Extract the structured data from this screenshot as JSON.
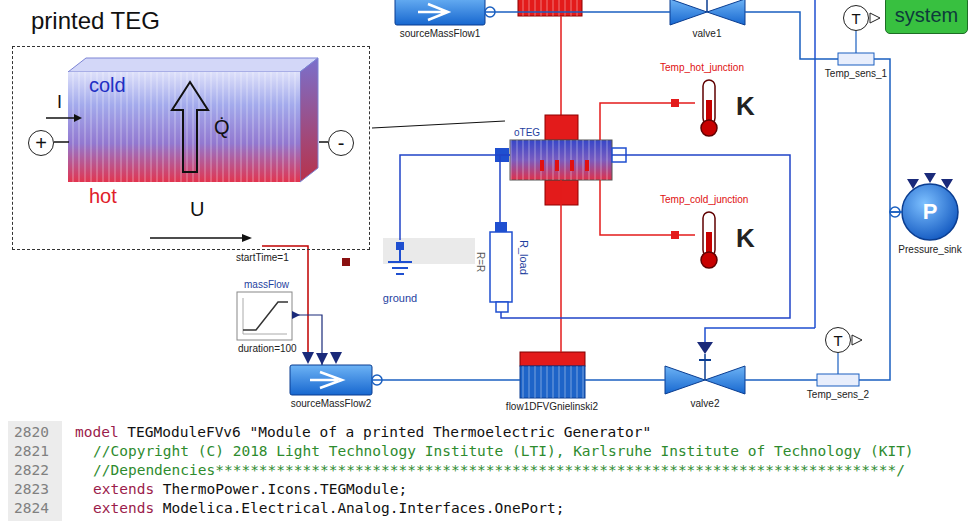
{
  "diagram": {
    "nodes": [
      {
        "text": [
          "printed TEG"
        ]
      },
      {
        "text": [
          "cold",
          "hot"
        ],
        "in": 0
      },
      {
        "text": [
          "+"
        ],
        "in": 0
      },
      {
        "text": [
          "-"
        ],
        "in": 0
      },
      {
        "text": [
          "sourceMassFlow1"
        ]
      },
      {
        "text": [
          "valve1"
        ]
      },
      {
        "text": [
          "system"
        ]
      },
      {
        "text": [
          "T"
        ]
      },
      {
        "text": [
          "Temp_sens_1"
        ]
      },
      {
        "text": [
          "Temp_hot_junction",
          "K"
        ]
      },
      {
        "text": [
          "oTEG"
        ]
      },
      {
        "text": [
          "P",
          "Pressure_sink"
        ]
      },
      {
        "text": [
          "Temp_cold_junction",
          "K"
        ]
      },
      {
        "text": [
          "ground"
        ]
      },
      {
        "text": [
          "R_load",
          "R=R"
        ]
      },
      {
        "text": [
          "massFlow",
          "duration=100"
        ]
      },
      {
        "text": [
          "sourceMassFlow2"
        ]
      },
      {
        "text": [
          "flow1DFVGnielinski2"
        ]
      },
      {
        "text": [
          "valve2"
        ]
      },
      {
        "text": [
          "T"
        ]
      },
      {
        "text": [
          "Temp_sens_2"
        ]
      }
    ],
    "edges": [
      {
        "from": 2,
        "to": 1,
        "arrow": "none"
      },
      {
        "from": 1,
        "to": 3,
        "arrow": "none"
      },
      {
        "from": 4,
        "to": 5,
        "arrow": "none"
      },
      {
        "from": 5,
        "to": 8,
        "arrow": "none"
      },
      {
        "from": 7,
        "to": 8,
        "arrow": "none"
      },
      {
        "from": 8,
        "to": 11,
        "arrow": "none"
      },
      {
        "from": 10,
        "to": 9,
        "arrow": "none"
      },
      {
        "from": 10,
        "to": 12,
        "arrow": "none"
      },
      {
        "from": 10,
        "to": 17,
        "arrow": "none"
      },
      {
        "from": 10,
        "to": 13,
        "arrow": "none"
      },
      {
        "from": 10,
        "to": 14,
        "arrow": "none"
      },
      {
        "from": 14,
        "to": 10,
        "arrow": "none"
      },
      {
        "from": 15,
        "to": 16,
        "arrow": "to"
      },
      {
        "from": 16,
        "to": 17,
        "arrow": "none"
      },
      {
        "from": 17,
        "to": 18,
        "arrow": "none"
      },
      {
        "from": 18,
        "to": 20,
        "arrow": "none"
      },
      {
        "from": 19,
        "to": 20,
        "arrow": "none"
      },
      {
        "from": 20,
        "to": 11,
        "arrow": "none"
      }
    ],
    "labels": [
      "I",
      "Q̇",
      "U",
      "startTime=1",
      "2820",
      "model",
      "TEGModuleFVv6 \"Module of a printed Thermoelectric Generator\"",
      "2821",
      "//Copyright (C) 2018 Light Technology Institute (LTI), Karlsruhe Institute of Technology (KIT)",
      "2822",
      "//Dependencies******************************************************************************/",
      "2823",
      "extends",
      "ThermoPower.Icons.TEGModule;",
      "2824",
      "extends",
      "Modelica.Electrical.Analog.Interfaces.OnePort;"
    ]
  }
}
